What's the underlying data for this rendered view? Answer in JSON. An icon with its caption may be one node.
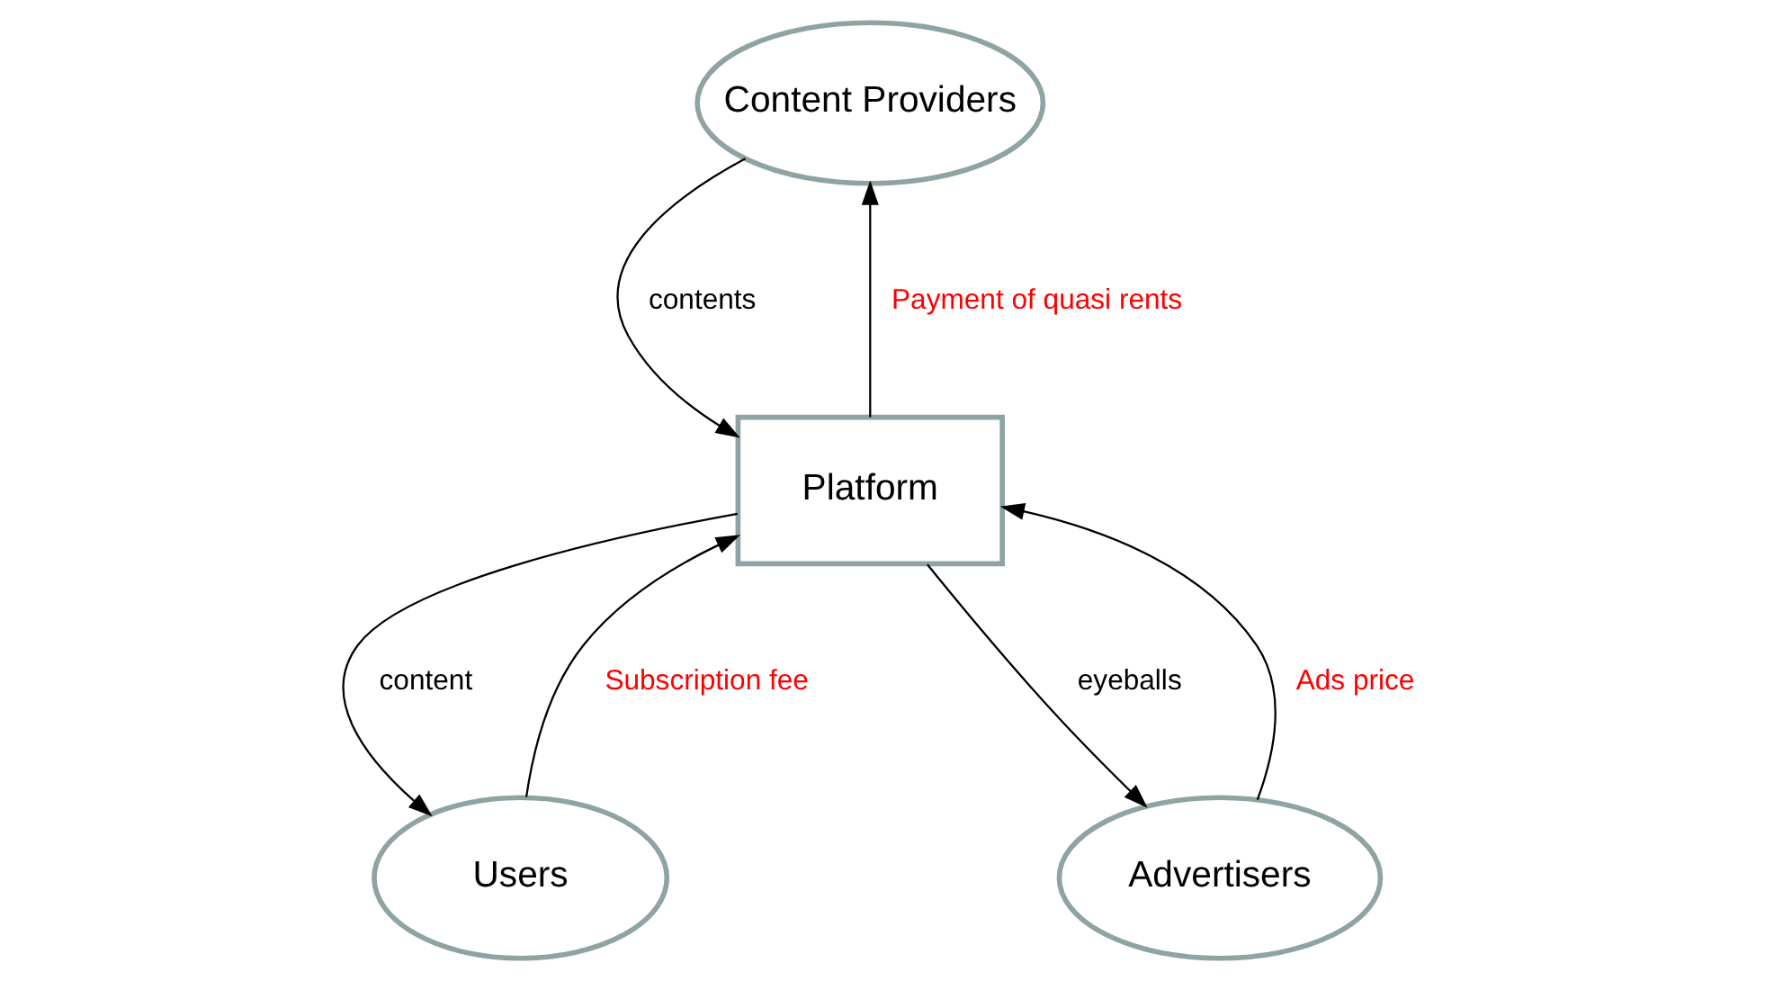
{
  "diagram": {
    "nodes": [
      {
        "text": [
          "Content Providers"
        ]
      },
      {
        "text": [
          "Platform"
        ]
      },
      {
        "text": [
          "Users"
        ]
      },
      {
        "text": [
          "Advertisers"
        ]
      }
    ],
    "edges": [
      {
        "from": 0,
        "to": 1,
        "arrow": "to",
        "label": "contents"
      },
      {
        "from": 1,
        "to": 0,
        "arrow": "to",
        "label": "Payment of quasi rents"
      },
      {
        "from": 2,
        "to": 1,
        "arrow": "to",
        "label": "Subscription fee"
      },
      {
        "from": 1,
        "to": 2,
        "arrow": "to",
        "label": "content"
      },
      {
        "from": 3,
        "to": 1,
        "arrow": "to",
        "label": "Ads price"
      },
      {
        "from": 1,
        "to": 3,
        "arrow": "to",
        "label": "eyeballs"
      }
    ]
  }
}
